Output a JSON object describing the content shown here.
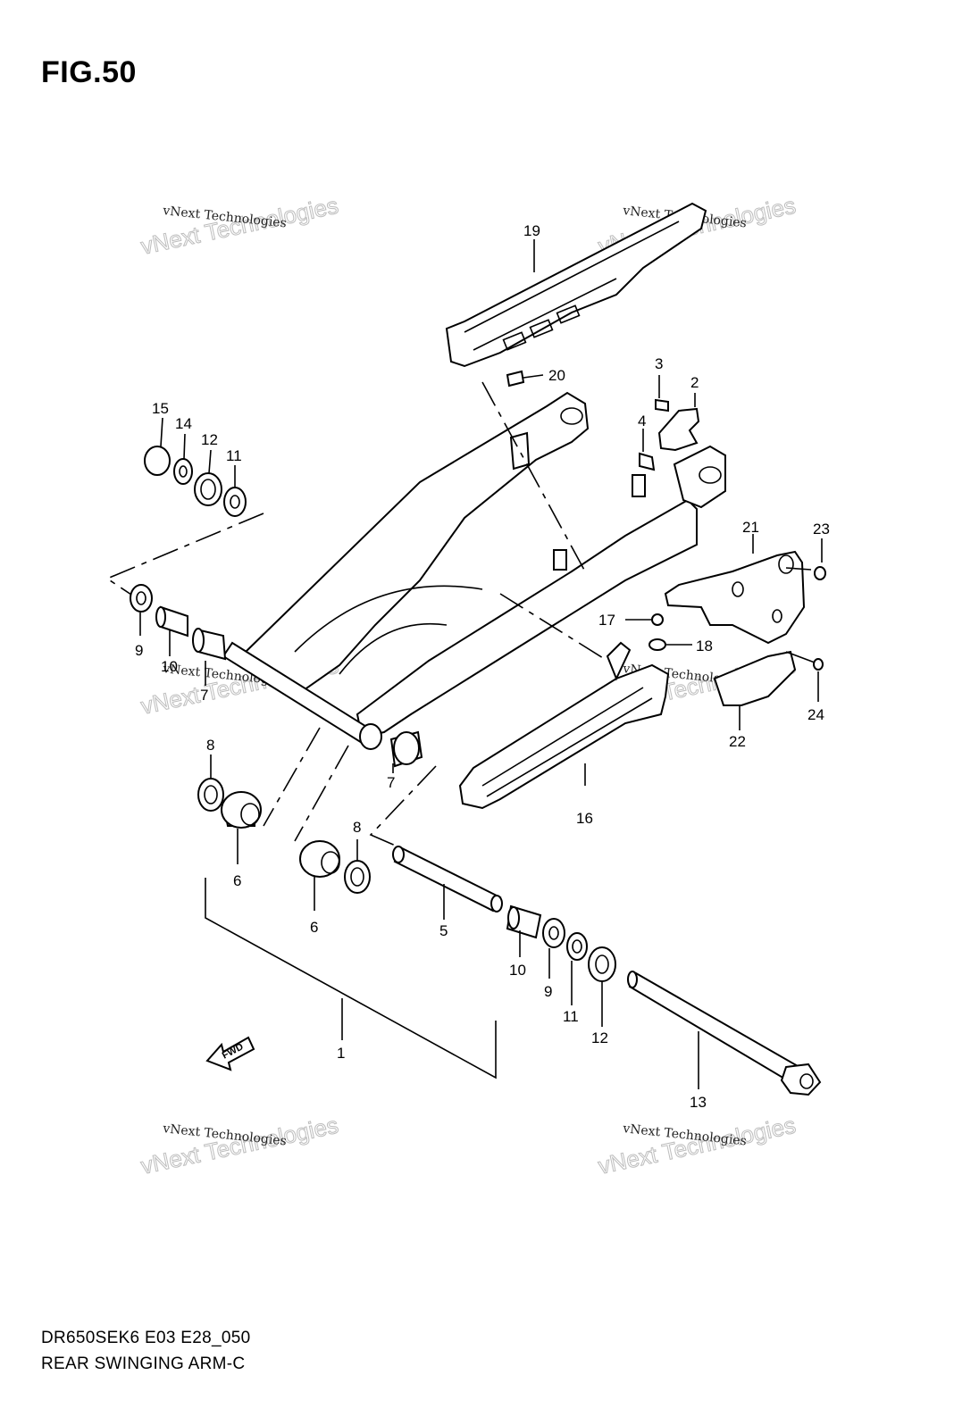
{
  "figure_title": "FIG.50",
  "footer": {
    "code": "DR650SEK6 E03 E28_050",
    "name": "REAR SWINGING ARM-C"
  },
  "fwd_label": "FWD",
  "watermark": {
    "small": "vNext Technologies",
    "big": "vNext Technologies"
  },
  "callouts": [
    "1",
    "2",
    "3",
    "4",
    "5",
    "6",
    "6",
    "7",
    "7",
    "8",
    "8",
    "9",
    "9",
    "10",
    "10",
    "11",
    "11",
    "12",
    "12",
    "13",
    "14",
    "15",
    "16",
    "17",
    "18",
    "19",
    "20",
    "21",
    "22",
    "23",
    "24"
  ]
}
